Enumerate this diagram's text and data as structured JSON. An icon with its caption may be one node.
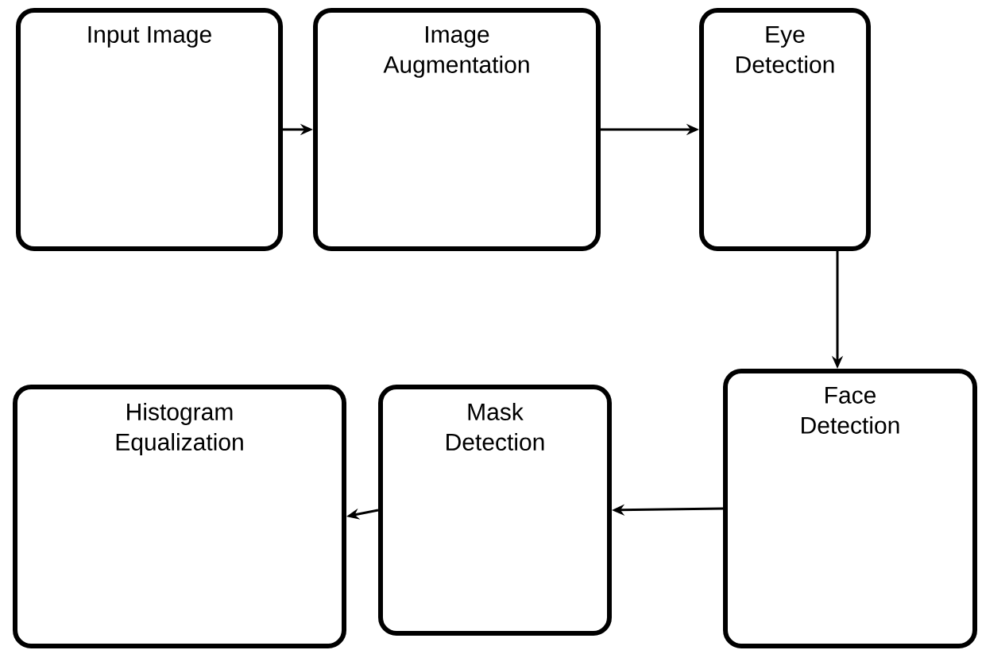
{
  "diagram": {
    "nodes": [
      {
        "text": [
          "Input Image"
        ]
      },
      {
        "text": [
          "Image Augmentation"
        ]
      },
      {
        "text": [
          "Eye Detection"
        ]
      },
      {
        "text": [
          "Face Detection"
        ]
      },
      {
        "text": [
          "Mask Detection"
        ]
      },
      {
        "text": [
          "Histogram Equalization"
        ]
      }
    ],
    "edges": [
      {
        "from": 0,
        "to": 1,
        "arrow": "to"
      },
      {
        "from": 1,
        "to": 2,
        "arrow": "to"
      },
      {
        "from": 2,
        "to": 3,
        "arrow": "to"
      },
      {
        "from": 3,
        "to": 4,
        "arrow": "to"
      },
      {
        "from": 4,
        "to": 5,
        "arrow": "to"
      }
    ]
  }
}
